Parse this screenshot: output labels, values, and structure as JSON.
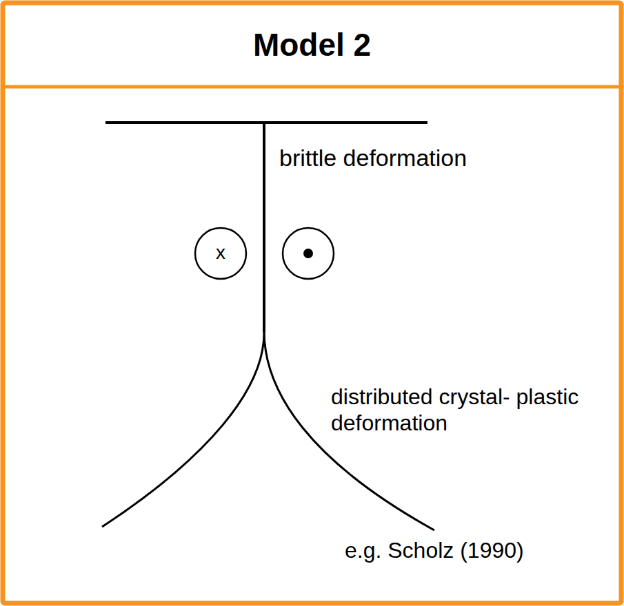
{
  "diagram": {
    "title": "Model 2",
    "labels": [
      "brittle deformation",
      "x",
      "distributed crystal- plastic deformation",
      "e.g. Scholz (1990)"
    ]
  }
}
